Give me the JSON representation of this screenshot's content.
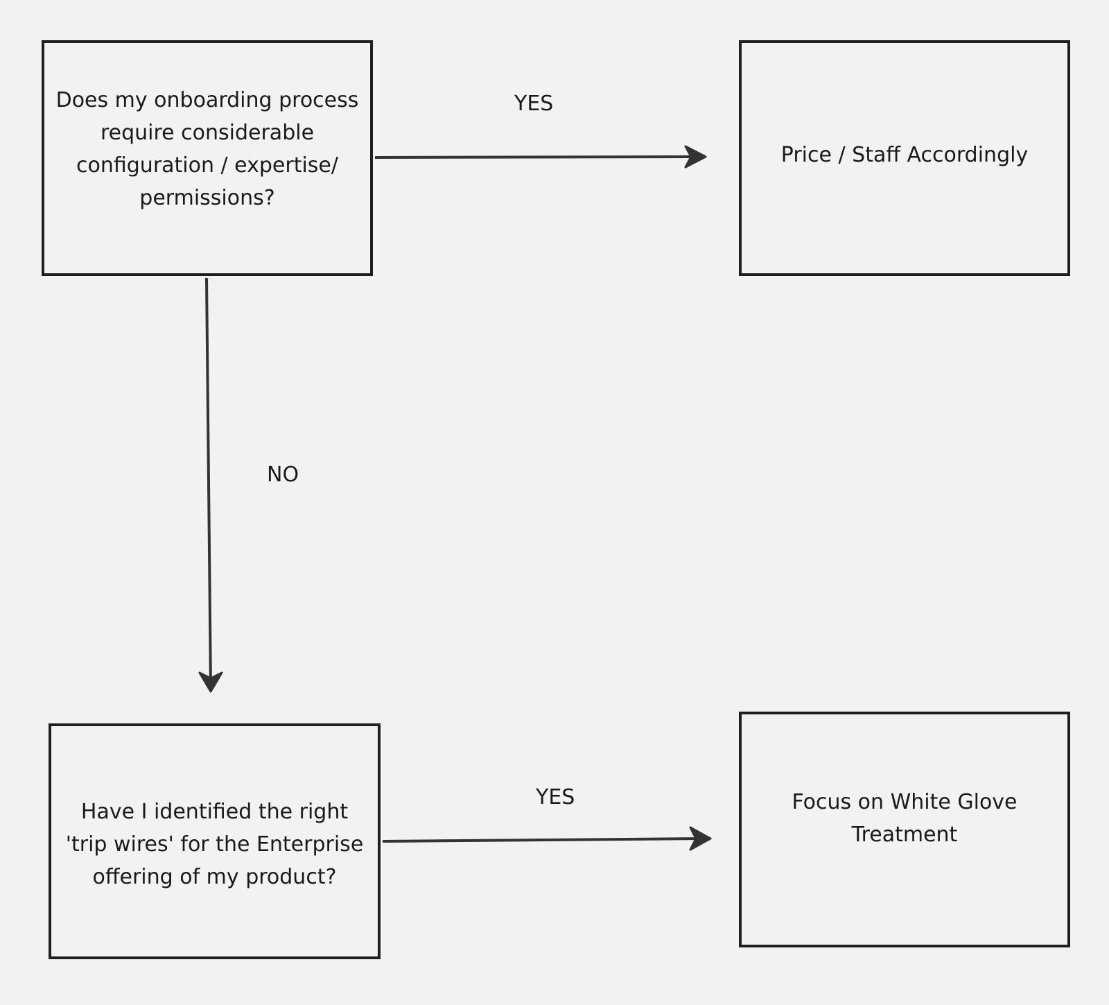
{
  "nodes": {
    "q1": "Does my onboarding process require considerable configuration / expertise/ permissions?",
    "a1": "Price / Staff Accordingly",
    "q2": "Have I identified the right 'trip wires' for the Enterprise offering of my product?",
    "a2": "Focus on White Glove Treatment"
  },
  "edges": {
    "q1_to_a1": "YES",
    "q1_to_q2": "NO",
    "q2_to_a2": "YES"
  },
  "colors": {
    "background": "#f2f2f2",
    "stroke": "#1f1f1f",
    "connector": "#333333"
  }
}
